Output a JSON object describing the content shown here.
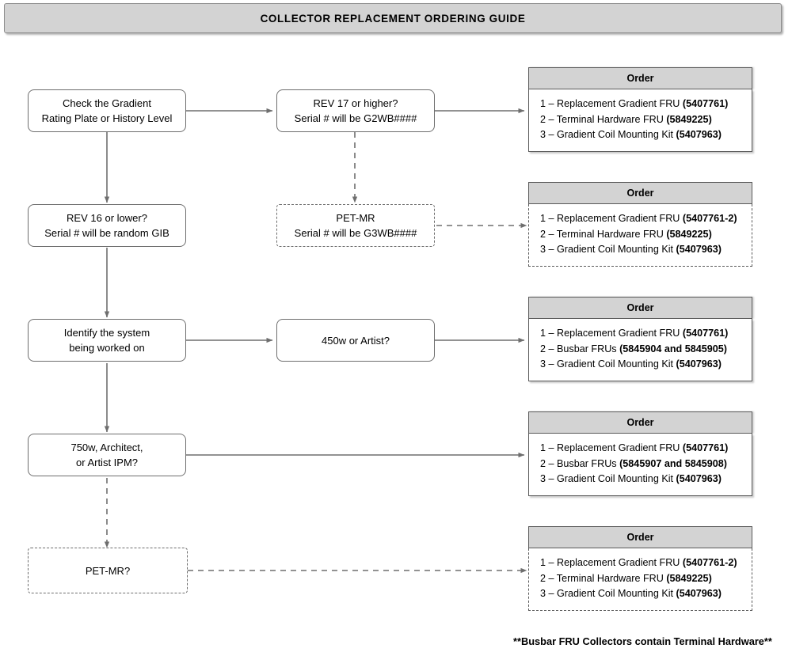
{
  "header": {
    "title": "COLLECTOR REPLACEMENT ORDERING GUIDE"
  },
  "nodes": {
    "check_gradient": {
      "line1": "Check the Gradient",
      "line2": "Rating Plate or History Level"
    },
    "rev17": {
      "line1": "REV 17 or higher?",
      "line2": "Serial # will be G2WB####"
    },
    "rev16": {
      "line1": "REV 16 or lower?",
      "line2": "Serial # will be random GIB"
    },
    "petmr_serial": {
      "line1": "PET-MR",
      "line2": "Serial # will be G3WB####"
    },
    "identify_system": {
      "line1": "Identify the system",
      "line2": "being worked on"
    },
    "w450_artist": {
      "line1": "450w or Artist?",
      "line2": ""
    },
    "w750_architect": {
      "line1": "750w, Architect,",
      "line2": "or Artist IPM?"
    },
    "petmr_q": {
      "line1": "PET-MR?",
      "line2": ""
    }
  },
  "orders": {
    "order1": {
      "header": "Order",
      "items": [
        {
          "num": "1 – ",
          "text": "Replacement Gradient FRU ",
          "code": "(5407761)"
        },
        {
          "num": "2 – ",
          "text": "Terminal Hardware FRU ",
          "code": "(5849225)"
        },
        {
          "num": "3 – ",
          "text": "Gradient Coil Mounting Kit ",
          "code": "(5407963)"
        }
      ]
    },
    "order2": {
      "header": "Order",
      "items": [
        {
          "num": "1 – ",
          "text": "Replacement Gradient FRU ",
          "code": "(5407761-2)"
        },
        {
          "num": "2 – ",
          "text": "Terminal Hardware FRU ",
          "code": "(5849225)"
        },
        {
          "num": "3 – ",
          "text": "Gradient Coil Mounting Kit ",
          "code": "(5407963)"
        }
      ]
    },
    "order3": {
      "header": "Order",
      "items": [
        {
          "num": "1 – ",
          "text": "Replacement Gradient FRU ",
          "code": "(5407761)"
        },
        {
          "num": "2 – ",
          "text": "Busbar FRUs ",
          "code": "(5845904 and 5845905)"
        },
        {
          "num": "3 – ",
          "text": "Gradient Coil Mounting Kit ",
          "code": "(5407963)"
        }
      ]
    },
    "order4": {
      "header": "Order",
      "items": [
        {
          "num": "1 – ",
          "text": "Replacement Gradient FRU ",
          "code": "(5407761)"
        },
        {
          "num": "2 – ",
          "text": "Busbar FRUs ",
          "code": "(5845907 and 5845908)"
        },
        {
          "num": "3 – ",
          "text": "Gradient Coil Mounting Kit ",
          "code": "(5407963)"
        }
      ]
    },
    "order5": {
      "header": "Order",
      "items": [
        {
          "num": "1 – ",
          "text": "Replacement Gradient FRU ",
          "code": "(5407761-2)"
        },
        {
          "num": "2 – ",
          "text": "Terminal Hardware FRU ",
          "code": "(5849225)"
        },
        {
          "num": "3 – ",
          "text": "Gradient Coil Mounting Kit ",
          "code": "(5407963)"
        }
      ]
    }
  },
  "footnote": {
    "text": "**Busbar FRU Collectors contain Terminal Hardware**"
  },
  "colors": {
    "header_fill": "#d3d3d3",
    "border": "#6e6e6e",
    "order_border": "#5a5a5a",
    "connector": "#6e6e6e",
    "page_bg": "#ffffff"
  }
}
